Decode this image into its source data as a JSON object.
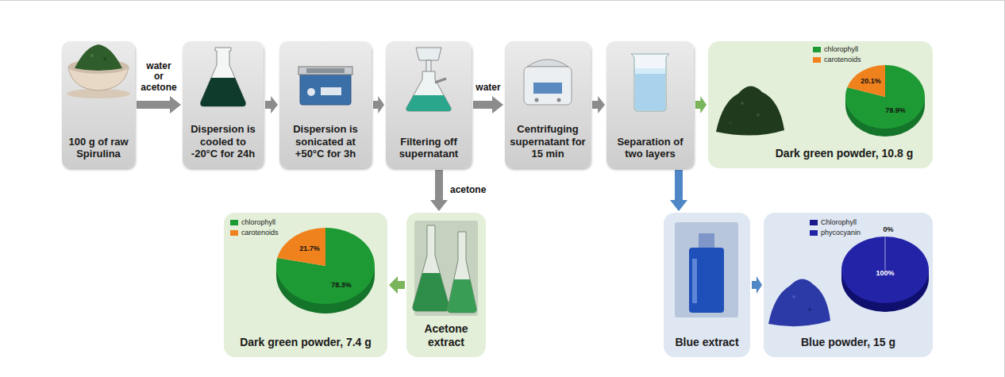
{
  "diagram": {
    "nodes": [
      {
        "text": [
          "100 g of raw Spirulina"
        ]
      },
      {
        "text": [
          "Dispersion is cooled to -20°C for 24h"
        ]
      },
      {
        "text": [
          "Dispersion is sonicated at +50°C for 3h"
        ]
      },
      {
        "text": [
          "Filtering off supernatant"
        ]
      },
      {
        "text": [
          "Centrifuging supernatant for 15 min"
        ]
      },
      {
        "text": [
          "Separation of two layers"
        ]
      },
      {
        "text": [
          "Dark green powder, 10.8 g"
        ]
      },
      {
        "text": [
          "Acetone extract"
        ]
      },
      {
        "text": [
          "Dark green powder, 7.4 g"
        ]
      },
      {
        "text": [
          "Blue extract"
        ]
      },
      {
        "text": [
          "Blue powder, 15 g"
        ]
      }
    ],
    "edges": [
      {
        "from": 0,
        "to": 1,
        "label": "water or acetone",
        "arrow": "to"
      },
      {
        "from": 1,
        "to": 2,
        "arrow": "to"
      },
      {
        "from": 2,
        "to": 3,
        "arrow": "to"
      },
      {
        "from": 3,
        "to": 4,
        "label": "water",
        "arrow": "to"
      },
      {
        "from": 4,
        "to": 5,
        "arrow": "to"
      },
      {
        "from": 5,
        "to": 6,
        "arrow": "to"
      },
      {
        "from": 3,
        "to": 7,
        "label": "acetone",
        "arrow": "to"
      },
      {
        "from": 7,
        "to": 8,
        "arrow": "to"
      },
      {
        "from": 5,
        "to": 9,
        "arrow": "to"
      },
      {
        "from": 9,
        "to": 10,
        "arrow": "to"
      }
    ],
    "labels": [
      "20.1%",
      "79.9%",
      "21.7%",
      "78.3%",
      "0%",
      "100%"
    ],
    "legend": [
      {
        "text": "chlorophyll",
        "color": "#1e9a34"
      },
      {
        "text": "carotenoids",
        "color": "#f0821e"
      },
      {
        "text": "chlorophyll",
        "color": "#1e9a34"
      },
      {
        "text": "carotenoids",
        "color": "#f0821e"
      },
      {
        "text": "Chlorophyll",
        "color": "#1a1a8c"
      },
      {
        "text": "phycocyanin",
        "color": "#2323a8"
      }
    ]
  }
}
